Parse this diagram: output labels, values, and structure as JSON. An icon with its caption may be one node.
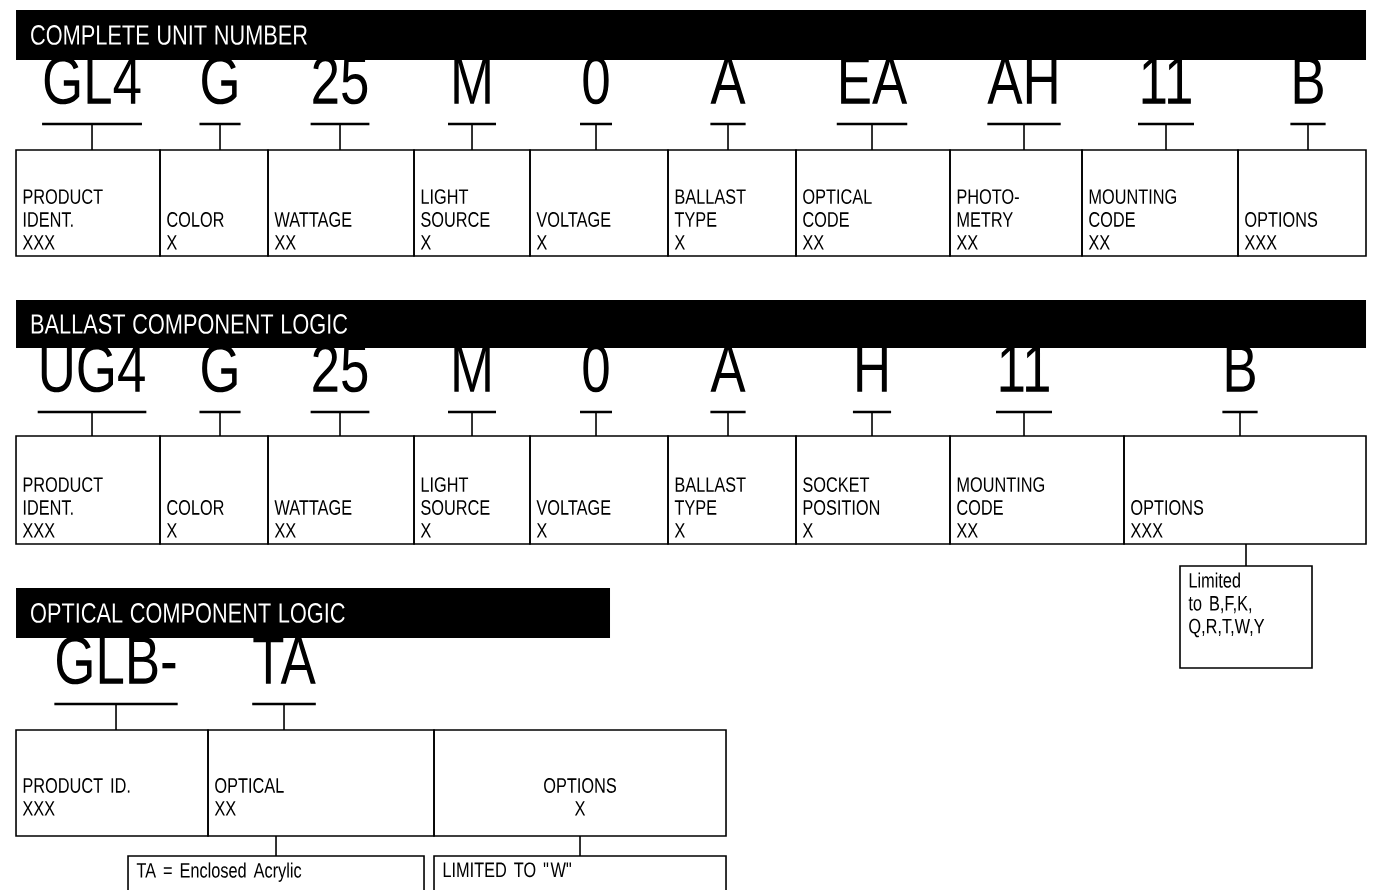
{
  "diagram": {
    "nodes": [
      {
        "text": [
          "GL4"
        ]
      },
      {
        "text": [
          "G"
        ]
      },
      {
        "text": [
          "25"
        ]
      },
      {
        "text": [
          "M"
        ]
      },
      {
        "text": [
          "0"
        ]
      },
      {
        "text": [
          "A"
        ]
      },
      {
        "text": [
          "EA"
        ]
      },
      {
        "text": [
          "AH"
        ]
      },
      {
        "text": [
          "11"
        ]
      },
      {
        "text": [
          "B"
        ]
      },
      {
        "text": [
          "PRODUCT IDENT.",
          "XXX"
        ]
      },
      {
        "text": [
          "COLOR",
          "X"
        ]
      },
      {
        "text": [
          "WATTAGE",
          "XX"
        ]
      },
      {
        "text": [
          "LIGHT SOURCE",
          "X"
        ]
      },
      {
        "text": [
          "VOLTAGE",
          "X"
        ]
      },
      {
        "text": [
          "BALLAST TYPE",
          "X"
        ]
      },
      {
        "text": [
          "OPTICAL CODE",
          "XX"
        ]
      },
      {
        "text": [
          "PHOTO-METRY",
          "XX"
        ]
      },
      {
        "text": [
          "MOUNTING CODE",
          "XX"
        ]
      },
      {
        "text": [
          "OPTIONS",
          "XXX"
        ]
      },
      {
        "text": [
          "UG4"
        ]
      },
      {
        "text": [
          "G"
        ]
      },
      {
        "text": [
          "25"
        ]
      },
      {
        "text": [
          "M"
        ]
      },
      {
        "text": [
          "0"
        ]
      },
      {
        "text": [
          "A"
        ]
      },
      {
        "text": [
          "H"
        ]
      },
      {
        "text": [
          "11"
        ]
      },
      {
        "text": [
          "B"
        ]
      },
      {
        "text": [
          "PRODUCT IDENT.",
          "XXX"
        ]
      },
      {
        "text": [
          "COLOR",
          "X"
        ]
      },
      {
        "text": [
          "WATTAGE",
          "XX"
        ]
      },
      {
        "text": [
          "LIGHT SOURCE",
          "X"
        ]
      },
      {
        "text": [
          "VOLTAGE",
          "X"
        ]
      },
      {
        "text": [
          "BALLAST TYPE",
          "X"
        ]
      },
      {
        "text": [
          "SOCKET POSITION",
          "X"
        ]
      },
      {
        "text": [
          "MOUNTING CODE",
          "XX"
        ]
      },
      {
        "text": [
          "OPTIONS",
          "XXX"
        ]
      },
      {
        "text": [
          "Limited to B,F,K, Q,R,T,W,Y"
        ]
      },
      {
        "text": [
          "GLB-"
        ]
      },
      {
        "text": [
          "TA"
        ]
      },
      {
        "text": [
          "PRODUCT ID.",
          "XXX"
        ]
      },
      {
        "text": [
          "OPTICAL",
          "XX"
        ]
      },
      {
        "text": [
          "OPTIONS",
          "X"
        ]
      },
      {
        "text": [
          "TA = Enclosed Acrylic"
        ]
      },
      {
        "text": [
          "LIMITED TO \"W\""
        ]
      }
    ],
    "edges": [
      {
        "from": 0,
        "to": 10,
        "arrow": "none"
      },
      {
        "from": 1,
        "to": 11,
        "arrow": "none"
      },
      {
        "from": 2,
        "to": 12,
        "arrow": "none"
      },
      {
        "from": 3,
        "to": 13,
        "arrow": "none"
      },
      {
        "from": 4,
        "to": 14,
        "arrow": "none"
      },
      {
        "from": 5,
        "to": 15,
        "arrow": "none"
      },
      {
        "from": 6,
        "to": 16,
        "arrow": "none"
      },
      {
        "from": 7,
        "to": 17,
        "arrow": "none"
      },
      {
        "from": 8,
        "to": 18,
        "arrow": "none"
      },
      {
        "from": 9,
        "to": 19,
        "arrow": "none"
      },
      {
        "from": 20,
        "to": 29,
        "arrow": "none"
      },
      {
        "from": 21,
        "to": 30,
        "arrow": "none"
      },
      {
        "from": 22,
        "to": 31,
        "arrow": "none"
      },
      {
        "from": 23,
        "to": 32,
        "arrow": "none"
      },
      {
        "from": 24,
        "to": 33,
        "arrow": "none"
      },
      {
        "from": 25,
        "to": 34,
        "arrow": "none"
      },
      {
        "from": 26,
        "to": 35,
        "arrow": "none"
      },
      {
        "from": 27,
        "to": 36,
        "arrow": "none"
      },
      {
        "from": 28,
        "to": 37,
        "arrow": "none"
      },
      {
        "from": 37,
        "to": 38,
        "arrow": "none"
      },
      {
        "from": 39,
        "to": 41,
        "arrow": "none"
      },
      {
        "from": 40,
        "to": 42,
        "arrow": "none"
      },
      {
        "from": 42,
        "to": 44,
        "arrow": "none"
      },
      {
        "from": 43,
        "to": 45,
        "arrow": "none"
      }
    ],
    "labels": [
      "COMPLETE UNIT NUMBER",
      "BALLAST COMPONENT LOGIC",
      "OPTICAL COMPONENT LOGIC"
    ]
  }
}
